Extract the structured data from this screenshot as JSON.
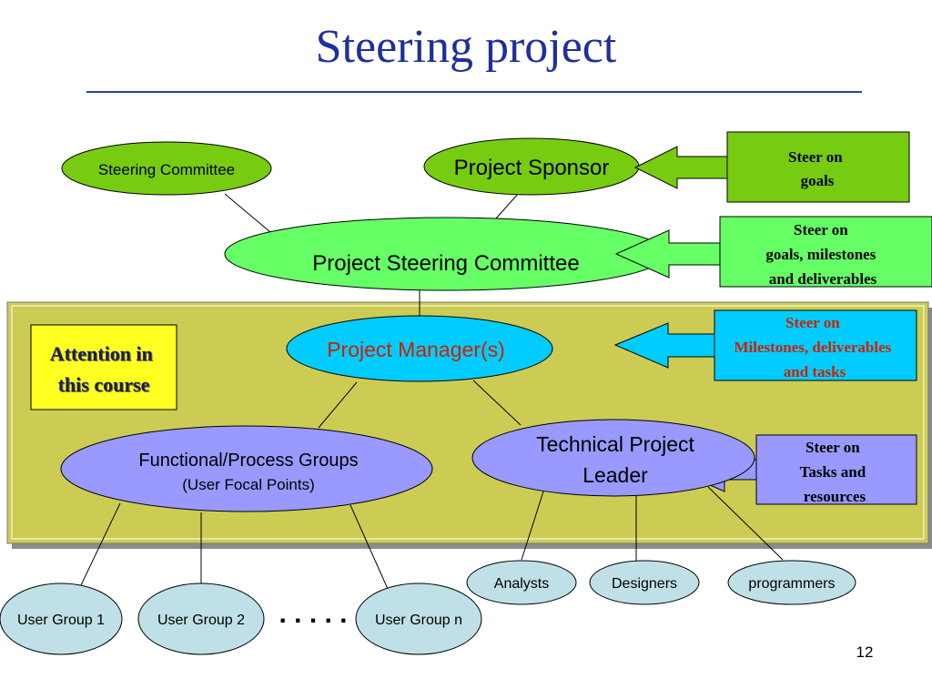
{
  "title": "Steering project",
  "page_number": "12",
  "ellipsis": ". . . . .",
  "nodes": {
    "steering_committee": "Steering Committee",
    "project_sponsor": "Project Sponsor",
    "project_steering_committee": "Project Steering Committee",
    "project_managers": "Project Manager(s)",
    "functional_groups": {
      "line1": "Functional/Process Groups",
      "line2": "(User Focal Points)"
    },
    "technical_leader": {
      "line1": "Technical Project",
      "line2": "Leader"
    },
    "analysts": "Analysts",
    "designers": "Designers",
    "programmers": "programmers",
    "user_group_1": "User Group 1",
    "user_group_2": "User Group 2",
    "user_group_n": "User Group n"
  },
  "callouts": {
    "goals": [
      "Steer on",
      "goals"
    ],
    "milestones": [
      "Steer on",
      "goals, milestones",
      "and deliverables"
    ],
    "manager": [
      "Steer on",
      "Milestones, deliverables",
      "and tasks"
    ],
    "tasks": [
      "Steer on",
      "Tasks and",
      "resources"
    ]
  },
  "attention": [
    "Attention in",
    "this course"
  ],
  "colors": {
    "title": "#1f2f9c",
    "course_band": "#cccc55",
    "green_top": "#77cc11",
    "green_light": "#66ff66",
    "cyan": "#00ccff",
    "lavender": "#9999ff",
    "light_blue": "#bfe0e6",
    "yellow": "#ffff22",
    "red_text": "#cc2200"
  }
}
